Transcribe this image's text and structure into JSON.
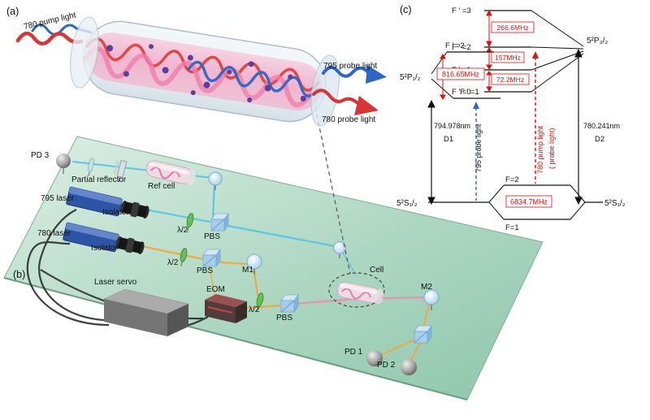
{
  "colors": {
    "accent_red": "#e01010",
    "accent_blue": "#2d66c4",
    "table_green": "#a9d4bf",
    "laser_box_blue": "#2e54a6"
  },
  "panels": {
    "a": "(a)",
    "b": "(b)",
    "c": "(c)"
  },
  "panel_a": {
    "pump_light": "780 pump light",
    "probe_795": "795 probe light",
    "probe_780": "780 probe light"
  },
  "panel_b": {
    "pd3": "PD 3",
    "partial_reflector": "Partial reflector",
    "ref_cell": "Ref cell",
    "laser_795": "795 laser",
    "isolator_top": "Isolator",
    "laser_780": "780 laser",
    "isolator_bottom": "Isolator",
    "hwp_top": "λ/2",
    "pbs_top": "PBS",
    "hwp_mid": "λ/2",
    "pbs_mid": "PBS",
    "m1": "M1",
    "laser_servo": "Laser servo",
    "eom": "EOM",
    "hwp_main": "λ/2",
    "pbs_main": "PBS",
    "cell": "Cell",
    "m2": "M2",
    "pd1": "PD 1",
    "pd2": "PD 2"
  },
  "panel_c": {
    "p32": "5²P₃/₂",
    "p12": "5²P₁/₂",
    "s12_left": "5²S₁/₂",
    "s12_right": "5²S₁/₂",
    "f_prime_3": "F ′ =3",
    "f_prime_2_p32": "F ′ =2",
    "f_prime_1_p32": "F ′ =1",
    "f_prime_0": "F ′ =0",
    "split_3_2": "266.6MHz",
    "split_2_1": "157MHz",
    "split_1_0": "72.2MHz",
    "f_prime_2_p12": "F ′ =2",
    "f_prime_1_p12": "F ′ =1",
    "split_p12": "816.65MHz",
    "f2": "F=2",
    "f1": "F=1",
    "split_ground": "6834.7MHz",
    "d1_nm": "794.978nm",
    "d1": "D1",
    "d2_nm": "780.241nm",
    "d2": "D2",
    "probe_795_arrow": "795 probe light",
    "pump_780_arrow": "780 pump light",
    "pump_780_arrow2": "( probe light)"
  }
}
